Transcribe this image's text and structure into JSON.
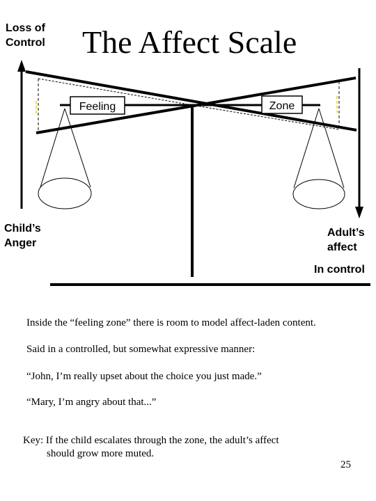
{
  "slide": {
    "title": "The Affect Scale",
    "top_left_label": [
      "Loss of",
      "Control"
    ],
    "left_label": [
      "Child’s",
      "Anger"
    ],
    "right_label": [
      "Adult’s",
      "affect"
    ],
    "bottom_right_label": "In control",
    "feeling_box": "Feeling",
    "zone_box": "Zone",
    "body_lines": [
      "Inside the “feeling zone” there is room to model affect-laden content.",
      "Said in a controlled, but somewhat expressive manner:",
      "“John, I’m really upset about the choice you  just made.”",
      "“Mary, I’m angry about that...”"
    ],
    "key_lines": [
      "Key: If the child escalates through the zone, the adult’s affect",
      "should grow more muted."
    ],
    "page_number": "25"
  },
  "colors": {
    "ink": "#000000",
    "dashed_side_accent": "#f2d94a",
    "background": "#ffffff"
  }
}
